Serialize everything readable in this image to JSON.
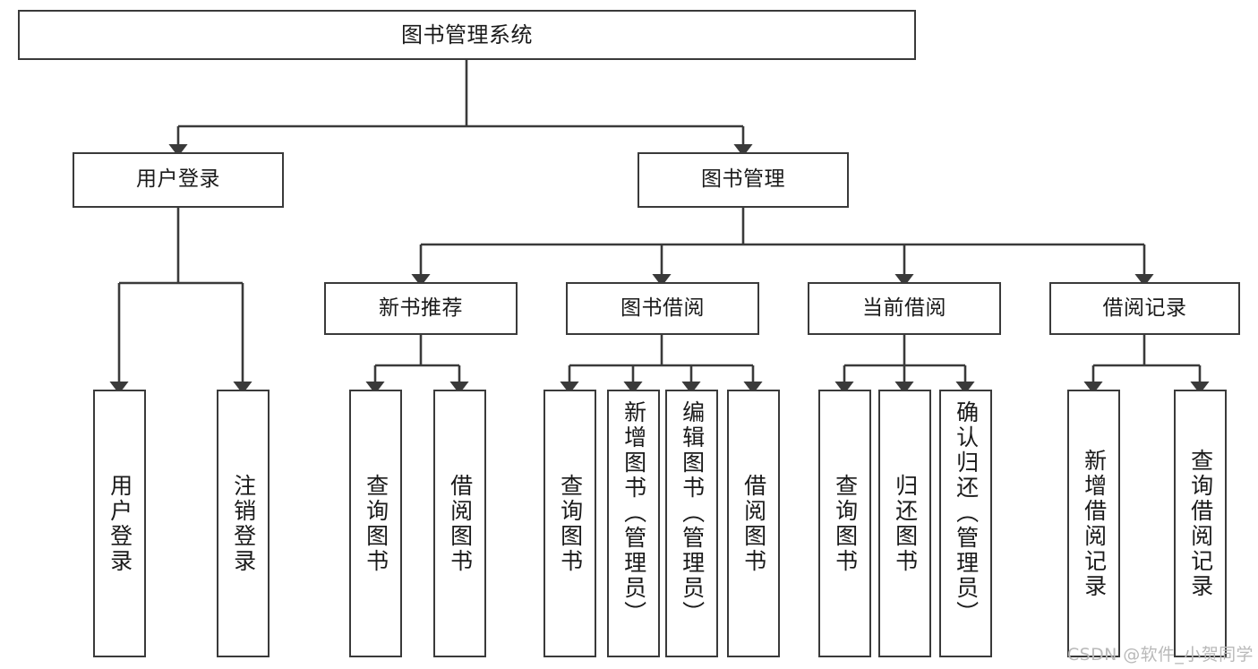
{
  "diagram": {
    "title": "图书管理系统",
    "type": "tree-hierarchy-chart",
    "root": {
      "label": "图书管理系统"
    },
    "level1": [
      {
        "label": "用户登录"
      },
      {
        "label": "图书管理"
      }
    ],
    "level2": [
      {
        "label": "新书推荐"
      },
      {
        "label": "图书借阅"
      },
      {
        "label": "当前借阅"
      },
      {
        "label": "借阅记录"
      }
    ],
    "leaves": {
      "user_login": [
        {
          "label": "用户登录"
        },
        {
          "label": "注销登录"
        }
      ],
      "new_book": [
        {
          "label": "查询图书"
        },
        {
          "label": "借阅图书"
        }
      ],
      "book_borrow": [
        {
          "label": "查询图书"
        },
        {
          "label": "新增图书（管理员）"
        },
        {
          "label": "编辑图书（管理员）"
        },
        {
          "label": "借阅图书"
        }
      ],
      "current_borrow": [
        {
          "label": "查询图书"
        },
        {
          "label": "归还图书"
        },
        {
          "label": "确认归还（管理员）"
        }
      ],
      "borrow_record": [
        {
          "label": "新增借阅记录"
        },
        {
          "label": "查询借阅记录"
        }
      ]
    }
  },
  "watermark": {
    "text": "CSDN @软件_小贺同学"
  },
  "colors": {
    "box_border": "#3a3a3a",
    "line": "#3a3a3a",
    "background": "#ffffff",
    "text": "#1a1a1a",
    "watermark": "#b9b9b9"
  }
}
